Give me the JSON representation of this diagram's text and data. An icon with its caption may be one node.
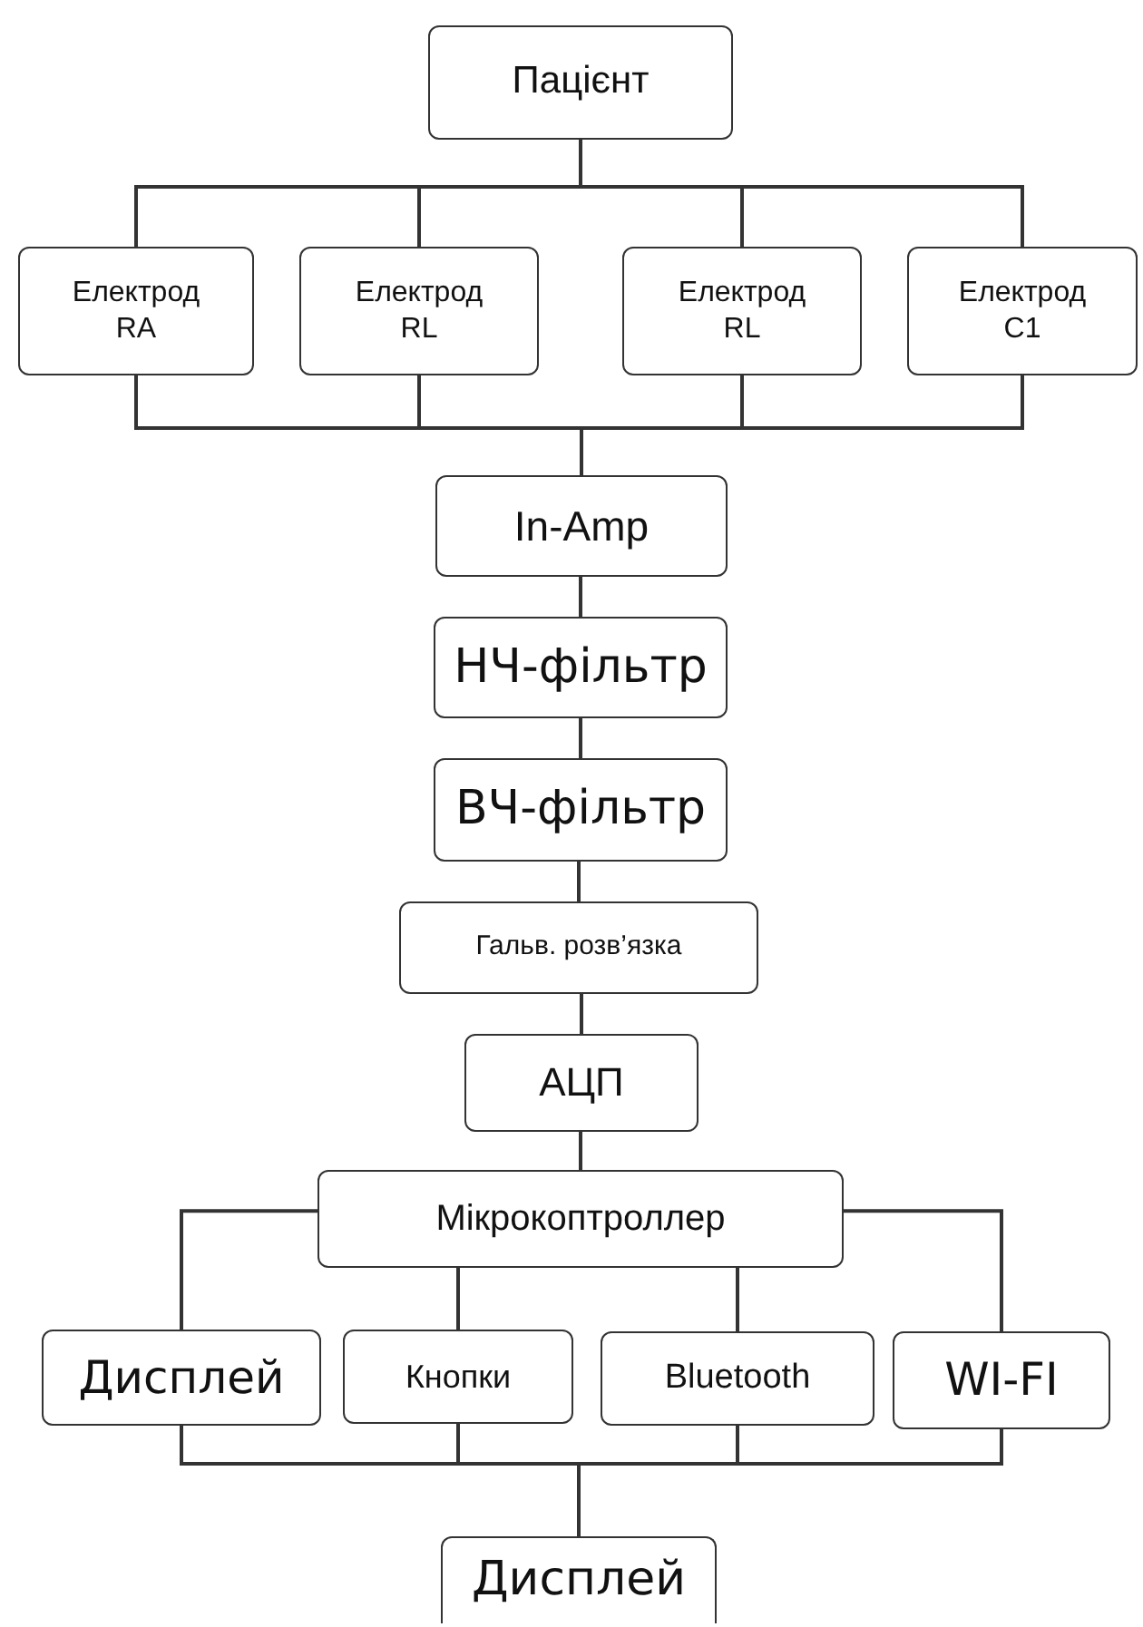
{
  "diagram": {
    "nodes": [
      {
        "text": [
          "Пацієнт"
        ]
      },
      {
        "text": [
          "Електрод RA"
        ]
      },
      {
        "text": [
          "Електрод RL"
        ]
      },
      {
        "text": [
          "Електрод RL"
        ]
      },
      {
        "text": [
          "Електрод C1"
        ]
      },
      {
        "text": [
          "In-Amp"
        ]
      },
      {
        "text": [
          "НЧ-фільтр"
        ]
      },
      {
        "text": [
          "ВЧ-фільтр"
        ]
      },
      {
        "text": [
          "Гальв. розв’язка"
        ]
      },
      {
        "text": [
          "АЦП"
        ]
      },
      {
        "text": [
          "Мікрокоптроллер"
        ]
      },
      {
        "text": [
          "Дисплей"
        ]
      },
      {
        "text": [
          "Кнопки"
        ]
      },
      {
        "text": [
          "Bluetooth"
        ]
      },
      {
        "text": [
          "WI-FI"
        ]
      },
      {
        "text": [
          "Дисплей"
        ]
      }
    ],
    "edges": [
      {
        "from": 0,
        "to": 1,
        "arrow": "none"
      },
      {
        "from": 0,
        "to": 2,
        "arrow": "none"
      },
      {
        "from": 0,
        "to": 3,
        "arrow": "none"
      },
      {
        "from": 0,
        "to": 4,
        "arrow": "none"
      },
      {
        "from": 1,
        "to": 5,
        "arrow": "none"
      },
      {
        "from": 2,
        "to": 5,
        "arrow": "none"
      },
      {
        "from": 3,
        "to": 5,
        "arrow": "none"
      },
      {
        "from": 4,
        "to": 5,
        "arrow": "none"
      },
      {
        "from": 5,
        "to": 6,
        "arrow": "none"
      },
      {
        "from": 6,
        "to": 7,
        "arrow": "none"
      },
      {
        "from": 7,
        "to": 8,
        "arrow": "none"
      },
      {
        "from": 8,
        "to": 9,
        "arrow": "none"
      },
      {
        "from": 9,
        "to": 10,
        "arrow": "none"
      },
      {
        "from": 10,
        "to": 11,
        "arrow": "none"
      },
      {
        "from": 10,
        "to": 12,
        "arrow": "none"
      },
      {
        "from": 10,
        "to": 13,
        "arrow": "none"
      },
      {
        "from": 10,
        "to": 14,
        "arrow": "none"
      },
      {
        "from": 11,
        "to": 15,
        "arrow": "none"
      },
      {
        "from": 12,
        "to": 15,
        "arrow": "none"
      },
      {
        "from": 13,
        "to": 15,
        "arrow": "none"
      },
      {
        "from": 14,
        "to": 15,
        "arrow": "none"
      }
    ]
  }
}
